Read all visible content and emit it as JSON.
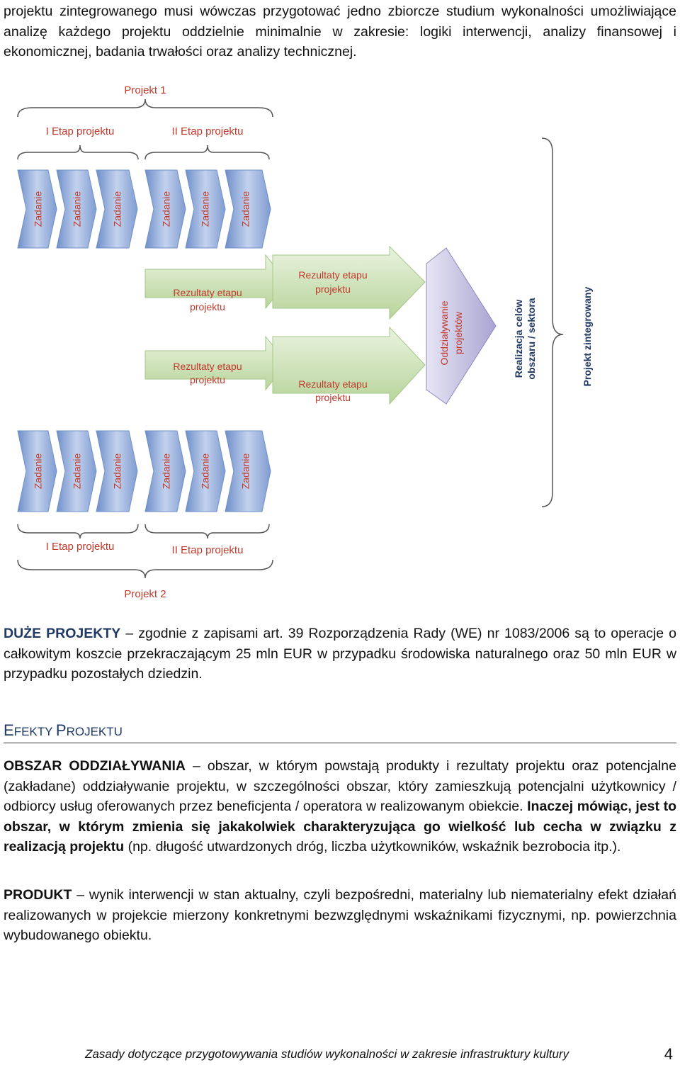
{
  "intro": {
    "line1": "projektu zintegrowanego musi wówczas przygotować jedno zbiorcze studium wykonalności umożliwiające analizę każdego projektu oddzielnie minimalnie w zakresie: logiki interwencji, analizy finansowej i ekonomicznej, badania trwałości oraz analizy technicznej."
  },
  "diagram": {
    "project1_label": "Projekt 1",
    "project2_label": "Projekt 2",
    "stage1_label": "I Etap projektu",
    "stage2_label": "II Etap projektu",
    "task_label": "Zadanie",
    "results_label_line1": "Rezultaty etapu",
    "results_label_line2": "projektu",
    "impact_line1": "Oddziaływanie",
    "impact_line2": "projektów",
    "goals_line1": "Realizacja celów",
    "goals_line2": "obszaru / sektora",
    "integrated_label": "Projekt  zintegrowany",
    "colors": {
      "task_fill": "#8eaadb",
      "result_fill": "#c5dcae",
      "impact_fill": "#c9c6e4",
      "accent_red": "#c0392b",
      "label_blue": "#1f3864"
    }
  },
  "large_projects": {
    "term": "DUŻE PROJEKTY",
    "dash": " – ",
    "text": "zgodnie z zapisami art. 39 Rozporządzenia Rady (WE) nr 1083/2006 są to operacje o całkowitym koszcie przekraczającym 25 mln EUR w przypadku środowiska naturalnego oraz 50 mln EUR w przypadku pozostałych dziedzin."
  },
  "section": {
    "heading_e": "E",
    "heading_fekty": "FEKTY ",
    "heading_p": "P",
    "heading_rojektu": "ROJEKTU"
  },
  "impact_area": {
    "term": "OBSZAR ODDZIAŁYWANIA",
    "dash": " – ",
    "text": "obszar, w którym powstają produkty i rezultaty projektu oraz potencjalne (zakładane) oddziaływanie projektu, w szczególności obszar, który zamieszkują potencjalni użytkownicy / odbiorcy usług oferowanych przez beneficjenta / operatora w realizowanym obiekcie. ",
    "bold_text": "Inaczej mówiąc, jest to obszar, w którym zmienia się jakakolwiek charakteryzująca go wielkość lub cecha w związku z realizacją projektu",
    "tail": " (np. długość utwardzonych dróg, liczba użytkowników, wskaźnik bezrobocia itp.)."
  },
  "product": {
    "term": "PRODUKT",
    "dash": " – ",
    "text": "wynik interwencji w stan aktualny, czyli bezpośredni, materialny lub niematerialny efekt działań realizowanych w projekcie mierzony konkretnymi bezwzględnymi wskaźnikami fizycznymi, np. powierzchnia wybudowanego obiektu."
  },
  "footer": {
    "text": "Zasady dotyczące przygotowywania studiów wykonalności w zakresie infrastruktury kultury",
    "page": "4"
  }
}
